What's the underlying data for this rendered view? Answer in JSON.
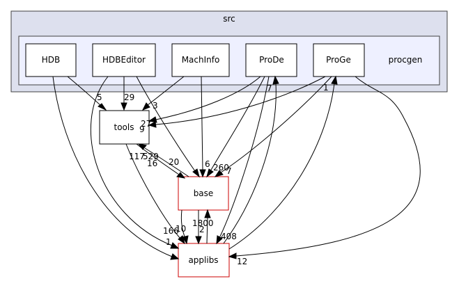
{
  "clusters": {
    "src": {
      "label": "src"
    },
    "procgen": {
      "label": "procgen"
    }
  },
  "nodes": {
    "hdb": {
      "label": "HDB"
    },
    "hdbeditor": {
      "label": "HDBEditor"
    },
    "machinfo": {
      "label": "MachInfo"
    },
    "prode": {
      "label": "ProDe"
    },
    "proge": {
      "label": "ProGe"
    },
    "tools": {
      "label": "tools"
    },
    "base": {
      "label": "base"
    },
    "applibs": {
      "label": "applibs"
    }
  },
  "edge_labels": {
    "hdb_tools": "5",
    "hdbeditor_tools": "29",
    "machinfo_tools": "3",
    "prode_tools": "27",
    "proge_tools": "9",
    "tools_base": "16",
    "tools_applibs": "117",
    "base_tools": "529",
    "hdbeditor_base": "20",
    "machinfo_base": "6",
    "prode_base": "260",
    "proge_base": "7",
    "hdb_applibs": "1",
    "hdbeditor_applibs": "166",
    "base_applibs_a": "10",
    "base_applibs_b": "2",
    "applibs_base": "1800",
    "prode_applibs": "408",
    "applibs_prode": "7",
    "applibs_proge": "1",
    "proge_applibs": "12"
  },
  "colors": {
    "cluster_outer": "#dde0ee",
    "cluster_inner": "#eef0ff",
    "node_border": "#000000",
    "highlight_border": "#cc0000"
  }
}
